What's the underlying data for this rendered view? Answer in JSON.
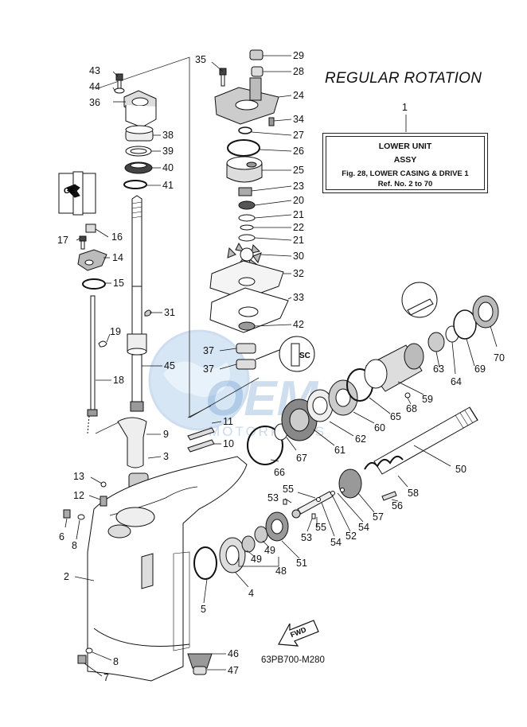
{
  "title": "REGULAR ROTATION",
  "ref_box": {
    "callout": "1",
    "line1": "LOWER UNIT",
    "line2": "ASSY",
    "line3": "Fig. 28, LOWER CASING & DRIVE 1",
    "line4": "Ref. No. 2 to 70"
  },
  "diagram_code": "63PB700-M280",
  "fwd_label": "FWD",
  "watermark": {
    "main": "OEM",
    "sub": "MOTORPARTS"
  },
  "inset_labels": [
    "GE",
    "SC"
  ],
  "callouts": {
    "n29": "29",
    "n28": "28",
    "n24": "24",
    "n34": "34",
    "n27": "27",
    "n26": "26",
    "n25": "25",
    "n23": "23",
    "n20": "20",
    "n21a": "21",
    "n22": "22",
    "n21b": "21",
    "n30": "30",
    "n32": "32",
    "n33": "33",
    "n42": "42",
    "n35": "35",
    "n43": "43",
    "n44": "44",
    "n36": "36",
    "n38": "38",
    "n39": "39",
    "n40": "40",
    "n41": "41",
    "n16": "16",
    "n17": "17",
    "n14": "14",
    "n15": "15",
    "n31": "31",
    "n19": "19",
    "n37a": "37",
    "n37b": "37",
    "n45": "45",
    "n18": "18",
    "n11": "11",
    "n10": "10",
    "n9": "9",
    "n3": "3",
    "n13": "13",
    "n12": "12",
    "n6": "6",
    "n8a": "8",
    "n2": "2",
    "n5": "5",
    "n4": "4",
    "n49a": "49",
    "n49b": "49",
    "n48": "48",
    "n51": "51",
    "n53a": "53",
    "n55a": "55",
    "n55b": "55",
    "n53b": "53",
    "n54a": "54",
    "n54b": "54",
    "n52": "52",
    "n57": "57",
    "n56": "56",
    "n58": "58",
    "n50": "50",
    "n66": "66",
    "n67": "67",
    "n61": "61",
    "n62": "62",
    "n60": "60",
    "n65": "65",
    "n68": "68",
    "n59": "59",
    "n63": "63",
    "n64": "64",
    "n69": "69",
    "n70": "70",
    "n46": "46",
    "n47": "47",
    "n8b": "8",
    "n7": "7"
  }
}
